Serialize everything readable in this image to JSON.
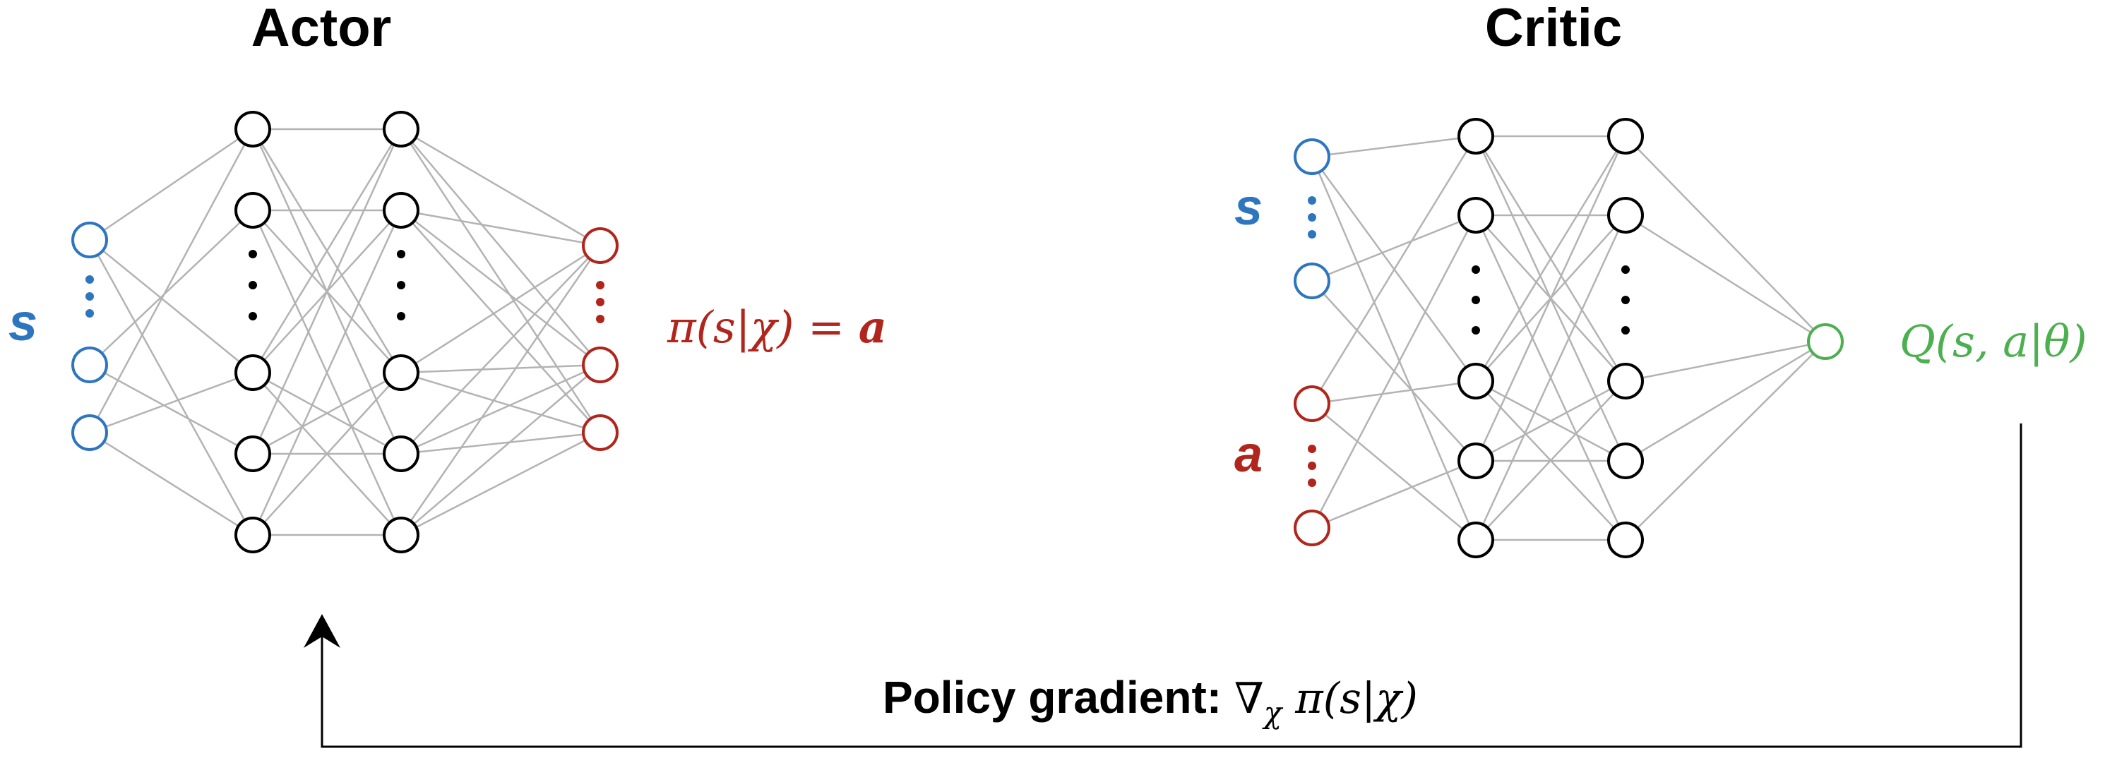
{
  "colors": {
    "blue": "#2e75c0",
    "red": "#b0251c",
    "green": "#4caf50",
    "node": "#000000",
    "edge": "#b3b3b3",
    "arrow": "#000000"
  },
  "actor": {
    "title": "Actor",
    "input_label": "s",
    "output_label": "π(s|χ) = ",
    "output_action": "a"
  },
  "critic": {
    "title": "Critic",
    "state_label": "s",
    "action_label": "a",
    "output_label": "Q(s, a|θ)"
  },
  "feedback": {
    "label": "Policy gradient: ",
    "formula_nabla": "∇",
    "formula_sub": "χ",
    "formula_rest": " π(s|χ)"
  }
}
